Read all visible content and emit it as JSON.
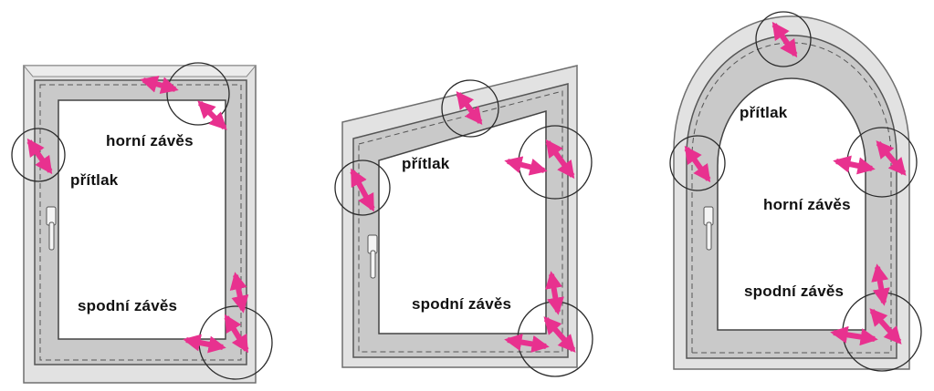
{
  "colors": {
    "frame": "#d9d9d9",
    "frame_edge": "#6f6f6f",
    "inner": "#c8c8c8",
    "arrow": "#e8318f",
    "circle": "#2a2a2a",
    "bg": "#ffffff"
  },
  "windows": [
    {
      "shape": "rectangular",
      "labels": {
        "top_hinge": "horní závěs",
        "pressure": "přítlak",
        "bottom_hinge": "spodní závěs"
      }
    },
    {
      "shape": "slanted-top",
      "labels": {
        "pressure": "přítlak",
        "bottom_hinge": "spodní závěs"
      }
    },
    {
      "shape": "arched",
      "labels": {
        "pressure": "přítlak",
        "top_hinge": "horní závěs",
        "bottom_hinge": "spodní závěs"
      }
    }
  ],
  "icons": {
    "arrow": "double-headed-arrow-icon",
    "detail": "detail-circle-icon",
    "handle": "window-handle-icon"
  }
}
